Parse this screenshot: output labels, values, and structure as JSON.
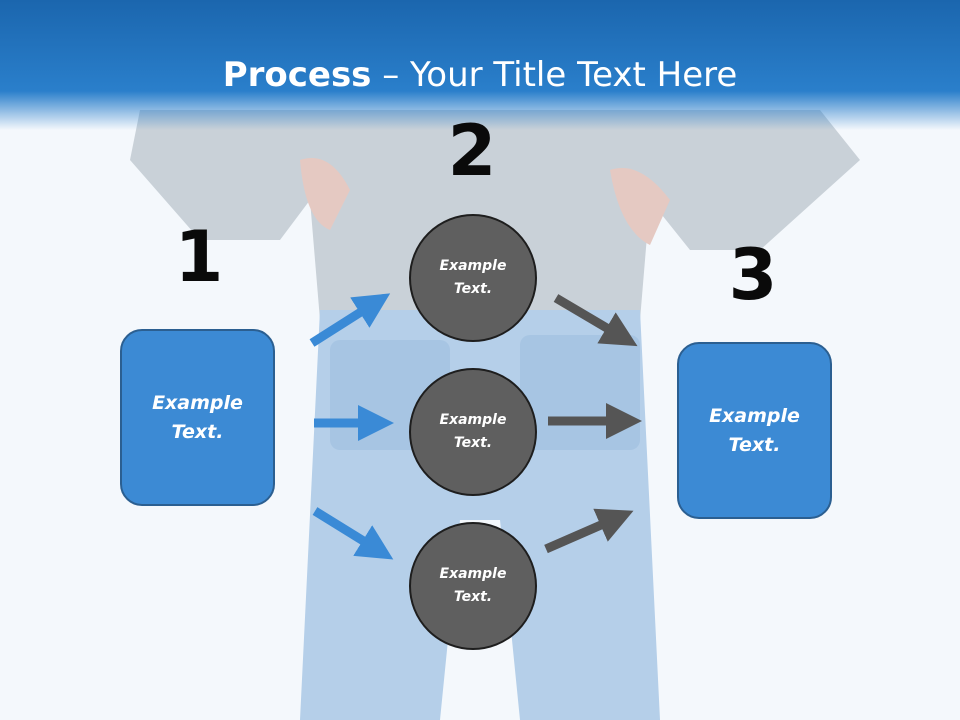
{
  "title": {
    "bold": "Process",
    "rest": " – Your Title Text Here"
  },
  "steps": {
    "one": "1",
    "two": "2",
    "three": "3"
  },
  "left_box": {
    "text": "Example\nText."
  },
  "right_box": {
    "text": "Example\nText."
  },
  "circles": [
    {
      "text": "Example\nText."
    },
    {
      "text": "Example\nText."
    },
    {
      "text": "Example\nText."
    }
  ],
  "colors": {
    "header": "#1b66ae",
    "box": "#3c8ad4",
    "circle": "#5f5f5f",
    "blue_arrow": "#3a8ad6",
    "gray_arrow": "#555555"
  }
}
